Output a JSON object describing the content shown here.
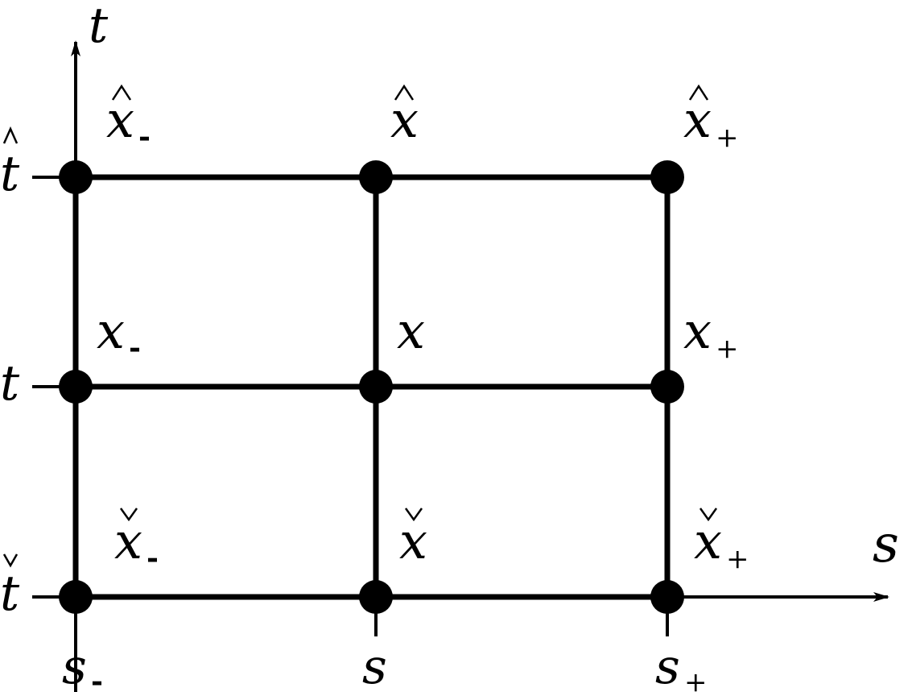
{
  "axes": {
    "s_label": "s",
    "t_label": "t"
  },
  "t_ticks": [
    {
      "base": "t",
      "accent": "hat"
    },
    {
      "base": "t",
      "accent": ""
    },
    {
      "base": "t",
      "accent": "check"
    }
  ],
  "s_ticks": [
    {
      "base": "s",
      "sub": "-"
    },
    {
      "base": "s",
      "sub": ""
    },
    {
      "base": "s",
      "sub": "+"
    }
  ],
  "nodes": [
    {
      "base": "x",
      "accent": "hat",
      "sub": "-"
    },
    {
      "base": "x",
      "accent": "hat",
      "sub": ""
    },
    {
      "base": "x",
      "accent": "hat",
      "sub": "+"
    },
    {
      "base": "x",
      "accent": "",
      "sub": "-"
    },
    {
      "base": "x",
      "accent": "",
      "sub": ""
    },
    {
      "base": "x",
      "accent": "",
      "sub": "+"
    },
    {
      "base": "x",
      "accent": "check",
      "sub": "-"
    },
    {
      "base": "x",
      "accent": "check",
      "sub": ""
    },
    {
      "base": "x",
      "accent": "check",
      "sub": "+"
    }
  ],
  "colors": {
    "ink": "#000000",
    "background": "#ffffff"
  }
}
